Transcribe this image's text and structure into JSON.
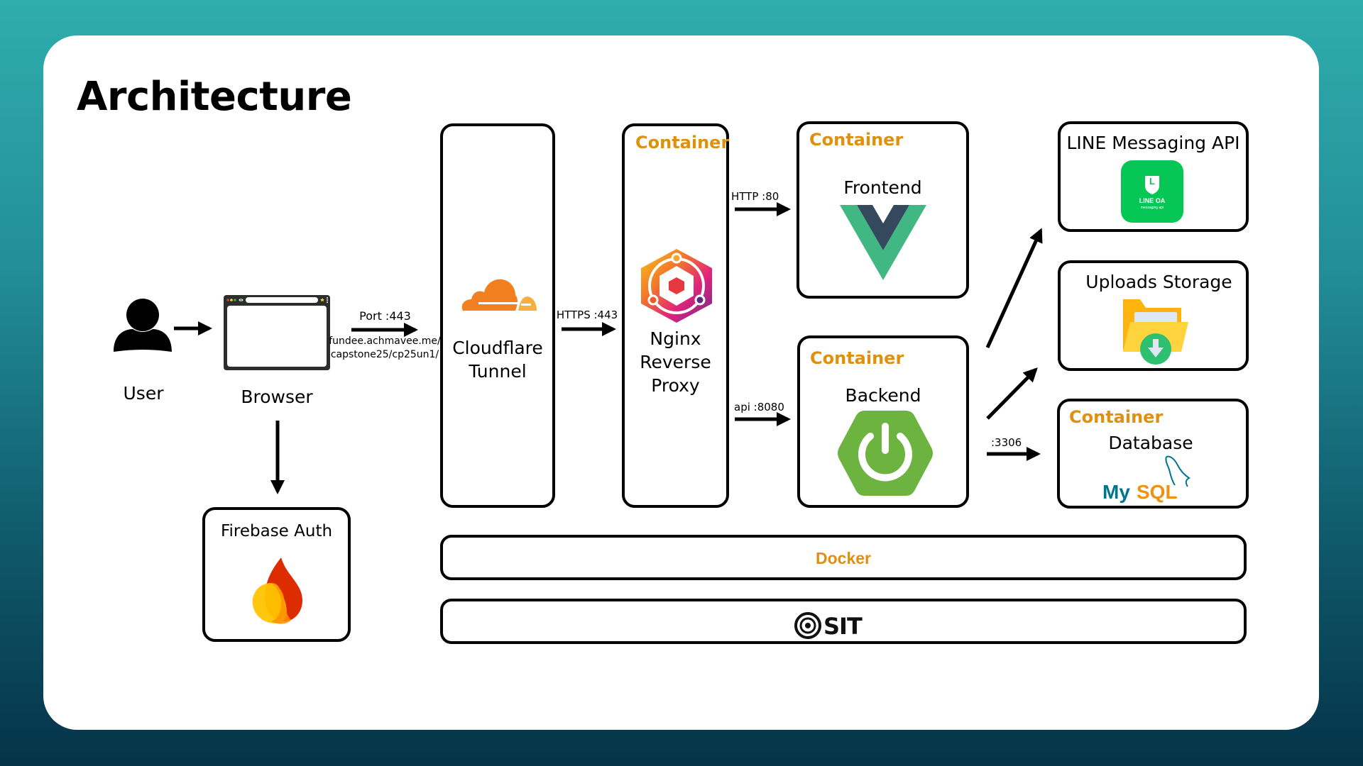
{
  "title": "Architecture",
  "nodes": {
    "user": {
      "label": "User",
      "icon": "user-icon"
    },
    "browser": {
      "label": "Browser",
      "icon": "browser-window-icon"
    },
    "firebase": {
      "label": "Firebase Auth",
      "icon": "firebase-flame-icon"
    },
    "cloudflare": {
      "label_line1": "Cloudflare",
      "label_line2": "Tunnel",
      "icon": "cloudflare-cloud-icon"
    },
    "nginx": {
      "tag": "Container",
      "label_line1": "Nginx",
      "label_line2": "Reverse",
      "label_line3": "Proxy",
      "icon": "nginx-proxy-manager-icon"
    },
    "frontend": {
      "tag": "Container",
      "label": "Frontend",
      "icon": "vue-logo-icon"
    },
    "backend": {
      "tag": "Container",
      "label": "Backend",
      "icon": "spring-boot-icon"
    },
    "line": {
      "label": "LINE Messaging API",
      "icon": "line-oa-icon",
      "badge_title": "LINE OA",
      "badge_subtitle": "messaging api",
      "badge_letter": "L"
    },
    "uploads": {
      "label": "Uploads Storage",
      "icon": "folder-download-icon"
    },
    "database": {
      "tag": "Container",
      "label": "Database",
      "icon": "mysql-logo-icon",
      "logo_text_my": "My",
      "logo_text_sql": "SQL"
    }
  },
  "edges": {
    "browser_to_tunnel": {
      "label": "Port :443",
      "url_line1": "fundee.achmavee.me/",
      "url_line2": "capstone25/cp25un1/"
    },
    "tunnel_to_nginx": {
      "label": "HTTPS :443"
    },
    "nginx_to_frontend": {
      "label": "HTTP :80"
    },
    "nginx_to_backend": {
      "label": "api :8080"
    },
    "backend_to_database": {
      "label": ":3306"
    }
  },
  "layers": {
    "docker": "Docker",
    "host": {
      "icon": "sit-logo-icon",
      "text": "SIT"
    }
  },
  "colors": {
    "container_tag": "#e0900f",
    "vue_green": "#41b883",
    "vue_dark": "#35495e",
    "spring_green": "#6db33f",
    "line_green": "#06c755",
    "cloudflare_orange": "#f38020",
    "mysql_blue": "#00758f",
    "mysql_orange": "#f29111"
  }
}
